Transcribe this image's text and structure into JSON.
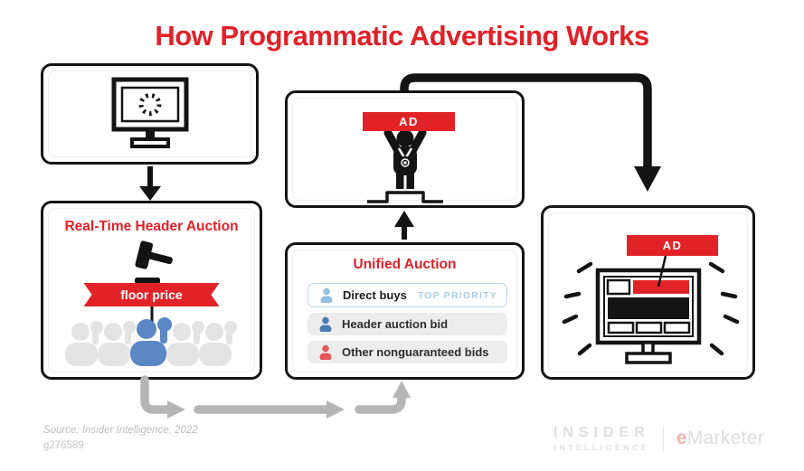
{
  "title": {
    "text": "How Programmatic Advertising Works",
    "color": "#e02128"
  },
  "flow": {
    "page_load_box": {
      "icon": "loading-monitor-icon"
    },
    "header_auction_box": {
      "title": "Real-Time Header Auction",
      "ribbon_label": "floor price",
      "icons": [
        "gavel-icon",
        "bidders-crowd-icon"
      ]
    },
    "winner_box": {
      "ad_label": "AD",
      "icon": "auction-winner-icon"
    },
    "unified_auction_box": {
      "title": "Unified Auction",
      "rows": [
        {
          "label": "Direct buys",
          "tag": "TOP PRIORITY",
          "icon_color": "#92bfe0"
        },
        {
          "label": "Header auction bid",
          "tag": "",
          "icon_color": "#4d7cb4"
        },
        {
          "label": "Other nonguaranteed bids",
          "tag": "",
          "icon_color": "#e4585c"
        }
      ]
    },
    "ad_display_box": {
      "ad_label": "AD",
      "icon": "ad-on-screen-monitor-icon"
    }
  },
  "footer": {
    "source": "Source: Insider Intelligence, 2022",
    "chart_id": "g276589"
  },
  "branding": {
    "insider_top": "INSIDER",
    "insider_bottom": "INTELLIGENCE",
    "emarketer_e": "e",
    "emarketer_rest": "Marketer"
  },
  "colors": {
    "brand_red": "#e12328",
    "arrow_black": "#141414",
    "arrow_gray": "#b5b5b5",
    "row_bg": "#ececec",
    "priority_blue": "#a9cde6",
    "crowd_gray": "#e3e3e3",
    "crowd_blue": "#5b87c4"
  }
}
